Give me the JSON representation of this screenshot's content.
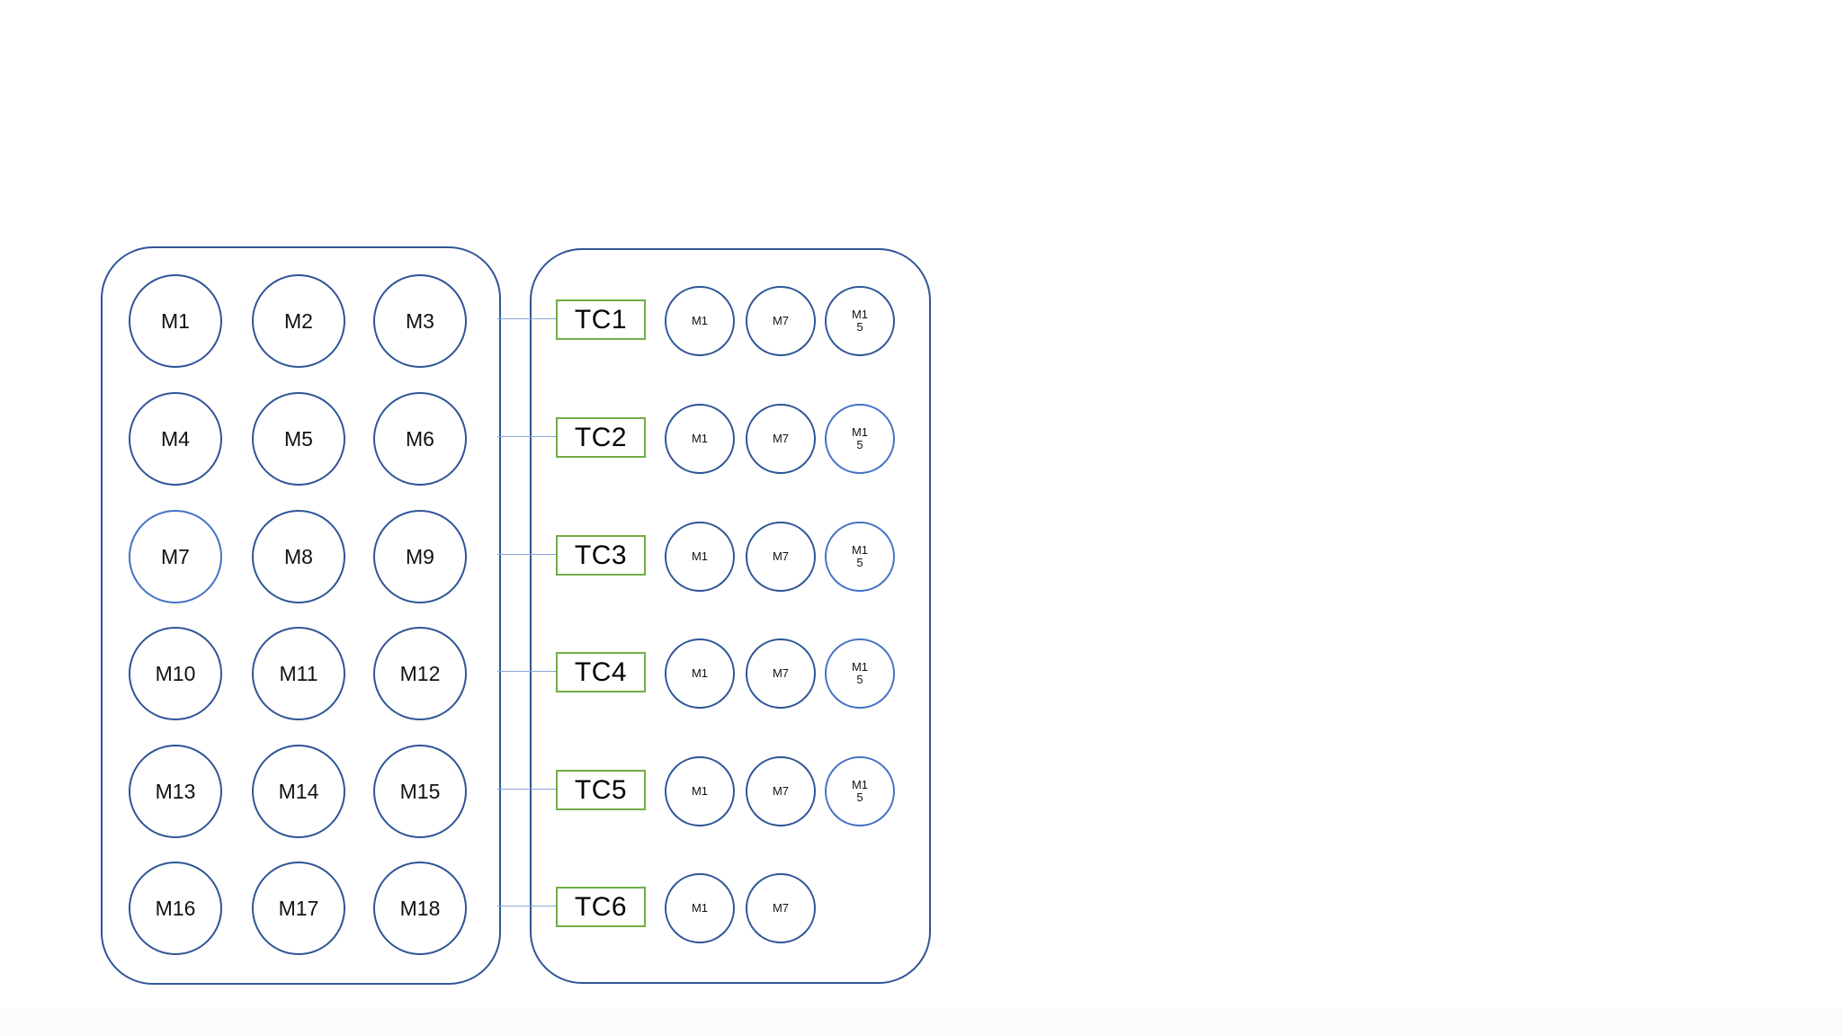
{
  "diagram": {
    "background_color": "#ffffff",
    "colors": {
      "panel_outline": "#2E5597",
      "circle_outline_dark": "#2E5597",
      "circle_outline_light": "#4472C4",
      "tc_box_outline": "#70AD47",
      "connector_line": "#8BA3D6",
      "text": "#111111"
    },
    "left_panel": {
      "machines": [
        {
          "label": "M1",
          "variant": "dark"
        },
        {
          "label": "M2",
          "variant": "dark"
        },
        {
          "label": "M3",
          "variant": "dark"
        },
        {
          "label": "M4",
          "variant": "dark"
        },
        {
          "label": "M5",
          "variant": "dark"
        },
        {
          "label": "M6",
          "variant": "dark"
        },
        {
          "label": "M7",
          "variant": "light"
        },
        {
          "label": "M8",
          "variant": "dark"
        },
        {
          "label": "M9",
          "variant": "dark"
        },
        {
          "label": "M10",
          "variant": "dark"
        },
        {
          "label": "M11",
          "variant": "dark"
        },
        {
          "label": "M12",
          "variant": "dark"
        },
        {
          "label": "M13",
          "variant": "dark"
        },
        {
          "label": "M14",
          "variant": "dark"
        },
        {
          "label": "M15",
          "variant": "dark"
        },
        {
          "label": "M16",
          "variant": "dark"
        },
        {
          "label": "M17",
          "variant": "dark"
        },
        {
          "label": "M18",
          "variant": "dark"
        }
      ]
    },
    "right_panel": {
      "rows": [
        {
          "tc_label": "TC1",
          "connected_to_left_panel": true,
          "machines": [
            {
              "label": "M1",
              "label_line1": "M1",
              "variant": "dark"
            },
            {
              "label": "M7",
              "label_line1": "M7",
              "variant": "dark"
            },
            {
              "label": "M15",
              "label_line1": "M1",
              "label_line2": "5",
              "variant": "dark"
            }
          ]
        },
        {
          "tc_label": "TC2",
          "connected_to_left_panel": true,
          "machines": [
            {
              "label": "M1",
              "label_line1": "M1",
              "variant": "dark"
            },
            {
              "label": "M7",
              "label_line1": "M7",
              "variant": "dark"
            },
            {
              "label": "M15",
              "label_line1": "M1",
              "label_line2": "5",
              "variant": "light"
            }
          ]
        },
        {
          "tc_label": "TC3",
          "connected_to_left_panel": true,
          "machines": [
            {
              "label": "M1",
              "label_line1": "M1",
              "variant": "dark"
            },
            {
              "label": "M7",
              "label_line1": "M7",
              "variant": "dark"
            },
            {
              "label": "M15",
              "label_line1": "M1",
              "label_line2": "5",
              "variant": "light"
            }
          ]
        },
        {
          "tc_label": "TC4",
          "connected_to_left_panel": true,
          "machines": [
            {
              "label": "M1",
              "label_line1": "M1",
              "variant": "dark"
            },
            {
              "label": "M7",
              "label_line1": "M7",
              "variant": "dark"
            },
            {
              "label": "M15",
              "label_line1": "M1",
              "label_line2": "5",
              "variant": "light"
            }
          ]
        },
        {
          "tc_label": "TC5",
          "connected_to_left_panel": true,
          "machines": [
            {
              "label": "M1",
              "label_line1": "M1",
              "variant": "dark"
            },
            {
              "label": "M7",
              "label_line1": "M7",
              "variant": "dark"
            },
            {
              "label": "M15",
              "label_line1": "M1",
              "label_line2": "5",
              "variant": "light"
            }
          ]
        },
        {
          "tc_label": "TC6",
          "connected_to_left_panel": true,
          "machines": [
            {
              "label": "M1",
              "label_line1": "M1",
              "variant": "dark"
            },
            {
              "label": "M7",
              "label_line1": "M7",
              "variant": "dark"
            }
          ]
        }
      ]
    }
  }
}
